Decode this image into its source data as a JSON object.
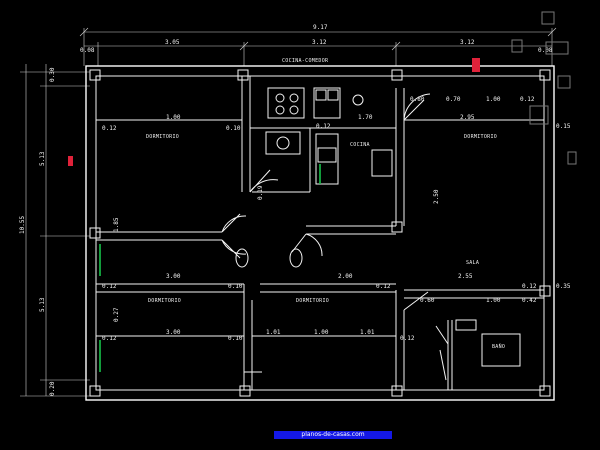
{
  "colors": {
    "background": "#000000",
    "lines": "#f3f3f3",
    "accent_green": "#17c34a",
    "accent_red": "#e0223a",
    "credit_bar": "#1418e6"
  },
  "dimensions": {
    "total_width": "9.17",
    "top_segments": [
      "0.08",
      "3.05",
      "3.12",
      "3.12"
    ],
    "top_right_tag": "0.08",
    "left_total": "10.55",
    "left_upper": "5.13",
    "left_lower": "5.13",
    "left_top_small": "0.30",
    "left_bottom_small": "0.20",
    "room_dims": {
      "a": "1.00",
      "b": "0.12",
      "c": "0.80",
      "d": "0.70",
      "e": "1.00",
      "f": "2.95",
      "g": "0.15",
      "h": "2.50",
      "i": "0.10",
      "j": "2.00",
      "k": "0.60",
      "l": "0.42",
      "m": "3.00",
      "n": "1.01",
      "o": "0.35",
      "p": "2.55",
      "q": "0.12",
      "r": "0.19",
      "s": "0.27",
      "t": "1.70",
      "u": "1.85"
    }
  },
  "rooms": {
    "top_label": "COCINA-COMEDOR",
    "bed_1": "DORMITORIO",
    "kitchen": "COCINA",
    "bed_2": "DORMITORIO",
    "sala": "SALA",
    "bed_3": "DORMITORIO",
    "bed_4": "DORMITORIO",
    "bath": "BAÑO"
  },
  "credit_text": "planos-de-casas.com"
}
